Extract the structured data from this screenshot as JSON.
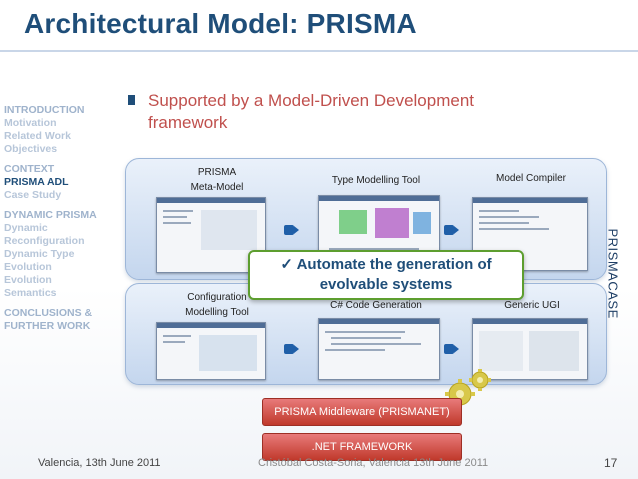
{
  "slide": {
    "title": "Architectural Model: PRISMA",
    "sidebar": [
      {
        "label": "INTRODUCTION",
        "kind": "sec"
      },
      {
        "label": "Motivation",
        "kind": "sub"
      },
      {
        "label": "Related Work",
        "kind": "sub"
      },
      {
        "label": "Objectives",
        "kind": "sub"
      },
      {
        "label": "CONTEXT",
        "kind": "sec"
      },
      {
        "label": "PRISMA ADL",
        "kind": "active"
      },
      {
        "label": "Case Study",
        "kind": "sub"
      },
      {
        "label": "DYNAMIC PRISMA",
        "kind": "sec"
      },
      {
        "label": "Dynamic",
        "kind": "sub"
      },
      {
        "label": "Reconfiguration",
        "kind": "sub"
      },
      {
        "label": "Dynamic Type",
        "kind": "sub"
      },
      {
        "label": "Evolution",
        "kind": "sub"
      },
      {
        "label": "Evolution",
        "kind": "sub"
      },
      {
        "label": "Semantics",
        "kind": "sub"
      },
      {
        "label": "CONCLUSIONS &",
        "kind": "sec"
      },
      {
        "label": "FURTHER WORK",
        "kind": "sec"
      }
    ],
    "bullet": {
      "line1": "Supported by a Model-Driven Development",
      "line2": "framework"
    },
    "top_panel": {
      "meta_model_l1": "PRISMA",
      "meta_model_l2": "Meta-Model",
      "type_tool": "Type Modelling Tool",
      "model_compiler": "Model Compiler"
    },
    "bottom_panel": {
      "config_l1": "Configuration",
      "config_l2": "Modelling Tool",
      "csharp": "C# Code Generation",
      "ugi": "Generic UGI"
    },
    "callout": {
      "check": "✓",
      "line1": "Automate the generation of",
      "line2": "evolvable systems"
    },
    "side_label": "PRISMACASE",
    "middleware": "PRISMA Middleware (PRISMANET)",
    "framework": ".NET FRAMEWORK",
    "footer": {
      "left": "Valencia, 13th June 2011",
      "center": "Cristóbal Costa-Soria, Valencia 13th June 2011",
      "page": "17"
    },
    "colors": {
      "title": "#1f4e79",
      "bullet_text": "#c0504d",
      "callout_border": "#5d9e2f",
      "box_red": "#c0392b"
    }
  }
}
